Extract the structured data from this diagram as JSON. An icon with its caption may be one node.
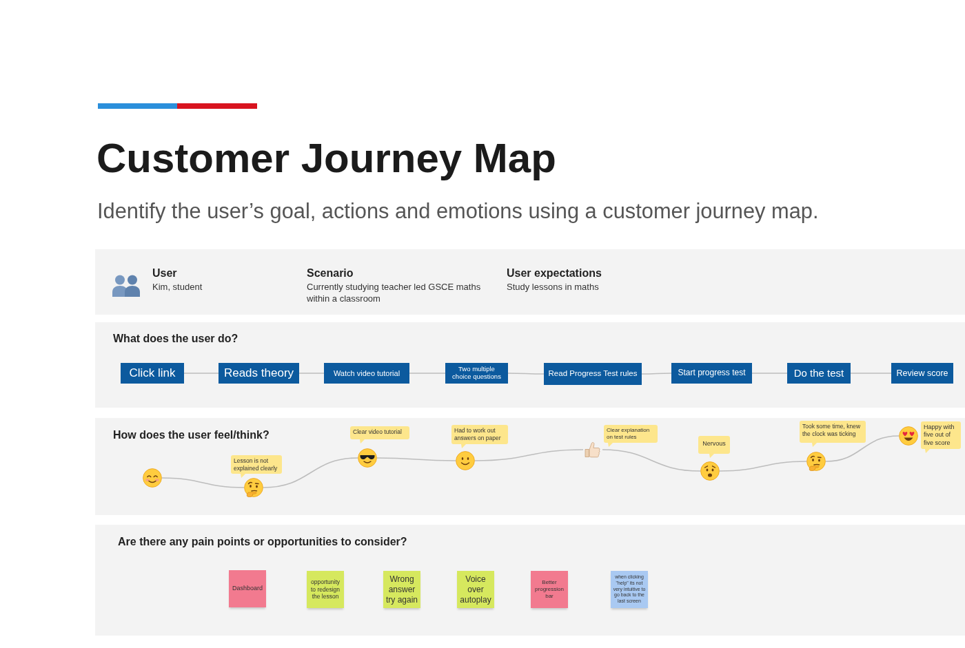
{
  "diagram": {
    "title": "Customer Journey Map",
    "nodes": [
      {
        "text": [
          "User",
          "Kim, student",
          "Scenario",
          "Currently studying teacher led GSCE maths within a classroom",
          "User expectations",
          "Study lessons in maths"
        ]
      },
      {
        "text": [
          "What does the user do?"
        ]
      },
      {
        "text": [
          "Click link"
        ],
        "in": 1
      },
      {
        "text": [
          "Reads theory"
        ],
        "in": 1
      },
      {
        "text": [
          "Watch video tutorial"
        ],
        "in": 1
      },
      {
        "text": [
          "Two multiple choice questions"
        ],
        "in": 1
      },
      {
        "text": [
          "Read Progress Test rules"
        ],
        "in": 1
      },
      {
        "text": [
          "Start progress test"
        ],
        "in": 1
      },
      {
        "text": [
          "Do the test"
        ],
        "in": 1
      },
      {
        "text": [
          "Review score"
        ],
        "in": 1
      },
      {
        "text": [
          "How does the user feel/think?"
        ]
      },
      {
        "text": [],
        "shape": "picture",
        "in": 10
      },
      {
        "text": [],
        "shape": "picture",
        "in": 10
      },
      {
        "text": [
          "Lesson is not explained clearly"
        ],
        "in": 10
      },
      {
        "text": [],
        "shape": "picture",
        "in": 10
      },
      {
        "text": [
          "Clear video tutorial"
        ],
        "in": 10
      },
      {
        "text": [],
        "shape": "picture",
        "in": 10
      },
      {
        "text": [
          "Had to work out answers on paper"
        ],
        "in": 10
      },
      {
        "text": [],
        "shape": "picture",
        "in": 10
      },
      {
        "text": [
          "Clear explanation on test rules"
        ],
        "in": 10
      },
      {
        "text": [],
        "shape": "picture",
        "in": 10
      },
      {
        "text": [
          "Nervous"
        ],
        "in": 10
      },
      {
        "text": [],
        "shape": "picture",
        "in": 10
      },
      {
        "text": [
          "Took some time, knew the clock was ticking"
        ],
        "in": 10
      },
      {
        "text": [],
        "shape": "picture",
        "in": 10
      },
      {
        "text": [
          "Happy with five out of five score"
        ],
        "in": 10
      },
      {
        "text": [
          "Are there any pain points or opportunities to consider?"
        ]
      },
      {
        "text": [
          "Dashboard"
        ],
        "in": 26
      },
      {
        "text": [
          "opportunity to redesign the lesson"
        ],
        "in": 26
      },
      {
        "text": [
          "Wrong answer try again"
        ],
        "in": 26
      },
      {
        "text": [
          "Voice over autoplay"
        ],
        "in": 26
      },
      {
        "text": [
          "Better progression bar"
        ],
        "in": 26
      },
      {
        "text": [
          "when clicking \"help\" its not very intuitive to go back to the last screen"
        ],
        "in": 26
      }
    ],
    "edges": [
      {
        "from": 2,
        "to": 3,
        "arrow": "none"
      },
      {
        "from": 3,
        "to": 4,
        "arrow": "none"
      },
      {
        "from": 4,
        "to": 5,
        "arrow": "none"
      },
      {
        "from": 5,
        "to": 6,
        "arrow": "none"
      },
      {
        "from": 6,
        "to": 7,
        "arrow": "none"
      },
      {
        "from": 7,
        "to": 8,
        "arrow": "none"
      },
      {
        "from": 8,
        "to": 9,
        "arrow": "none"
      },
      {
        "from": 11,
        "to": 12,
        "arrow": "none"
      },
      {
        "from": 12,
        "to": 14,
        "arrow": "none"
      },
      {
        "from": 14,
        "to": 16,
        "arrow": "none"
      },
      {
        "from": 16,
        "to": 18,
        "arrow": "none"
      },
      {
        "from": 18,
        "to": 20,
        "arrow": "none"
      },
      {
        "from": 20,
        "to": 22,
        "arrow": "none"
      },
      {
        "from": 22,
        "to": 24,
        "arrow": "none"
      }
    ],
    "labels": [
      "Identify the user’s goal, actions and emotions using a customer journey map."
    ]
  }
}
